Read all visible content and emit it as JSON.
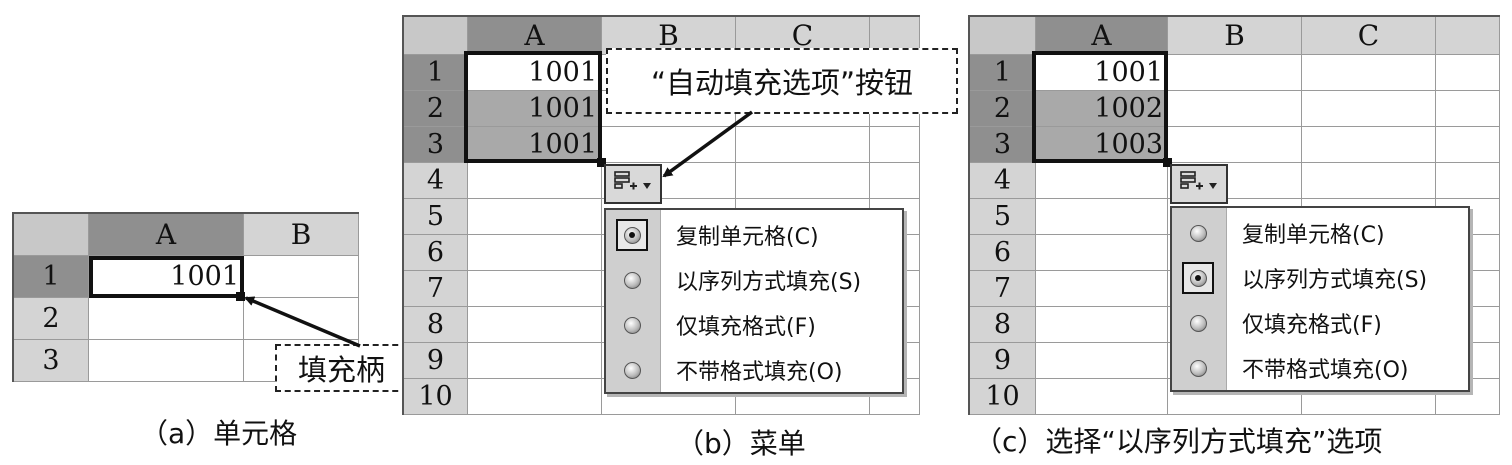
{
  "panel_a": {
    "columns": [
      "A",
      "B"
    ],
    "rows": [
      "1",
      "2",
      "3"
    ],
    "cell_a1": "1001",
    "callout": "填充柄",
    "caption": "（a）单元格"
  },
  "panel_b": {
    "columns": [
      "A",
      "B",
      "C"
    ],
    "rows": [
      "1",
      "2",
      "3",
      "4",
      "5",
      "6",
      "7",
      "8",
      "9",
      "10"
    ],
    "values": [
      "1001",
      "1001",
      "1001"
    ],
    "callout": "“自动填充选项”按钮",
    "menu": [
      {
        "label": "复制单元格(C)",
        "selected": true
      },
      {
        "label": "以序列方式填充(S)",
        "selected": false
      },
      {
        "label": "仅填充格式(F)",
        "selected": false
      },
      {
        "label": "不带格式填充(O)",
        "selected": false
      }
    ],
    "caption": "（b）菜单"
  },
  "panel_c": {
    "columns": [
      "A",
      "B",
      "C"
    ],
    "rows": [
      "1",
      "2",
      "3",
      "4",
      "5",
      "6",
      "7",
      "8",
      "9",
      "10"
    ],
    "values": [
      "1001",
      "1002",
      "1003"
    ],
    "menu": [
      {
        "label": "复制单元格(C)",
        "selected": false
      },
      {
        "label": "以序列方式填充(S)",
        "selected": true
      },
      {
        "label": "仅填充格式(F)",
        "selected": false
      },
      {
        "label": "不带格式填充(O)",
        "selected": false
      }
    ],
    "caption": "（c）选择“以序列方式填充”选项"
  },
  "icons": {
    "autofill": "autofill-options-icon",
    "dropdown": "chevron-down-icon",
    "radio": "radio-button-icon"
  }
}
